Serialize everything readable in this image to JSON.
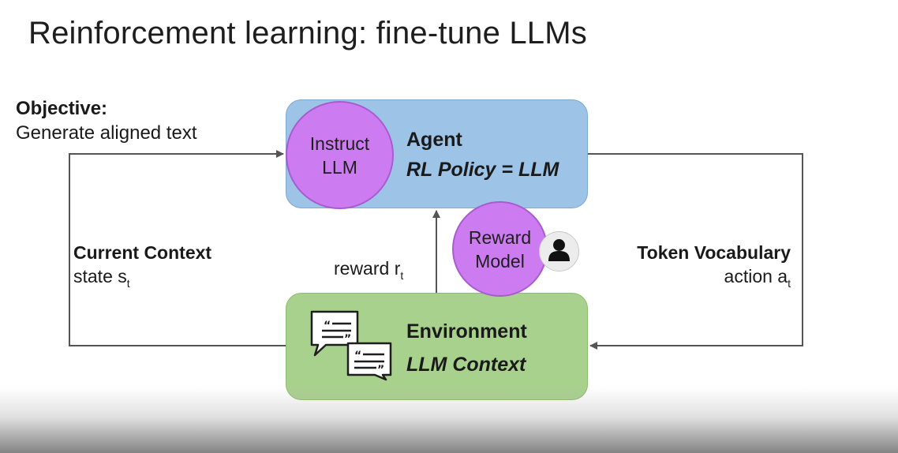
{
  "title": "Reinforcement learning: fine-tune LLMs",
  "objective": {
    "label": "Objective:",
    "text": "Generate aligned text"
  },
  "agent": {
    "title": "Agent",
    "subtitle": "RL Policy = LLM",
    "model_line1": "Instruct",
    "model_line2": "LLM"
  },
  "environment": {
    "title": "Environment",
    "subtitle": "LLM Context"
  },
  "reward_model": {
    "line1": "Reward",
    "line2": "Model"
  },
  "left_edge": {
    "title": "Current Context",
    "text": "state s",
    "subscript": "t"
  },
  "right_edge": {
    "title": "Token Vocabulary",
    "text": "action a",
    "subscript": "t"
  },
  "reward_edge": {
    "text": "reward r",
    "subscript": "t"
  },
  "icons": {
    "human": "person-icon",
    "context": "speech-bubbles-icon"
  },
  "colors": {
    "agent_box": "#9dc3e6",
    "environment_box": "#a9d18e",
    "model_circle": "#cc7cf0",
    "arrow": "#555555"
  }
}
